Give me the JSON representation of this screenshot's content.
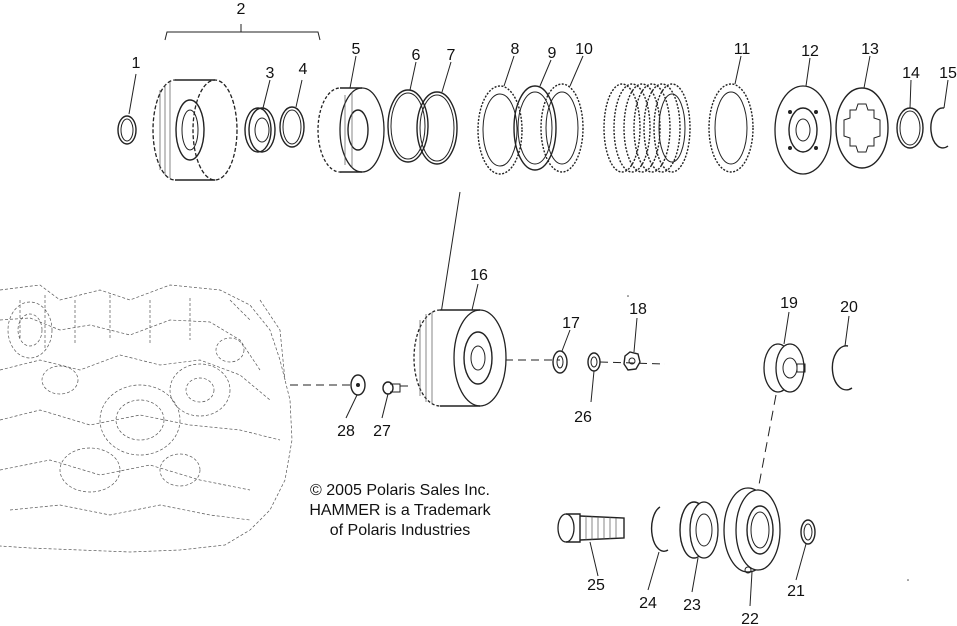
{
  "diagram": {
    "copyright_lines": [
      "© 2005 Polaris Sales Inc.",
      "HAMMER is a Trademark",
      "of Polaris Industries"
    ],
    "callouts": [
      "1",
      "2",
      "3",
      "4",
      "5",
      "6",
      "7",
      "8",
      "9",
      "10",
      "11",
      "12",
      "13",
      "14",
      "15",
      "16",
      "17",
      "18",
      "19",
      "20",
      "21",
      "22",
      "23",
      "24",
      "25",
      "26",
      "27",
      "28"
    ]
  }
}
